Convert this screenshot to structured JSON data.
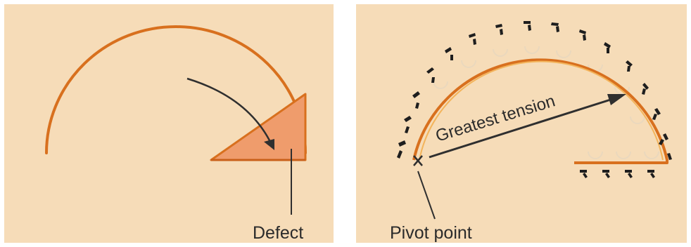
{
  "left_panel": {
    "defect_label": "Defect"
  },
  "right_panel": {
    "tension_label": "Greatest tension",
    "pivot_label": "Pivot point"
  },
  "colors": {
    "panel_bg": "#f6dcb8",
    "flap_line": "#d8701e",
    "defect_fill": "#ef9c6c",
    "arrow": "#2f2f2f",
    "suture": "#1e1e1e"
  }
}
